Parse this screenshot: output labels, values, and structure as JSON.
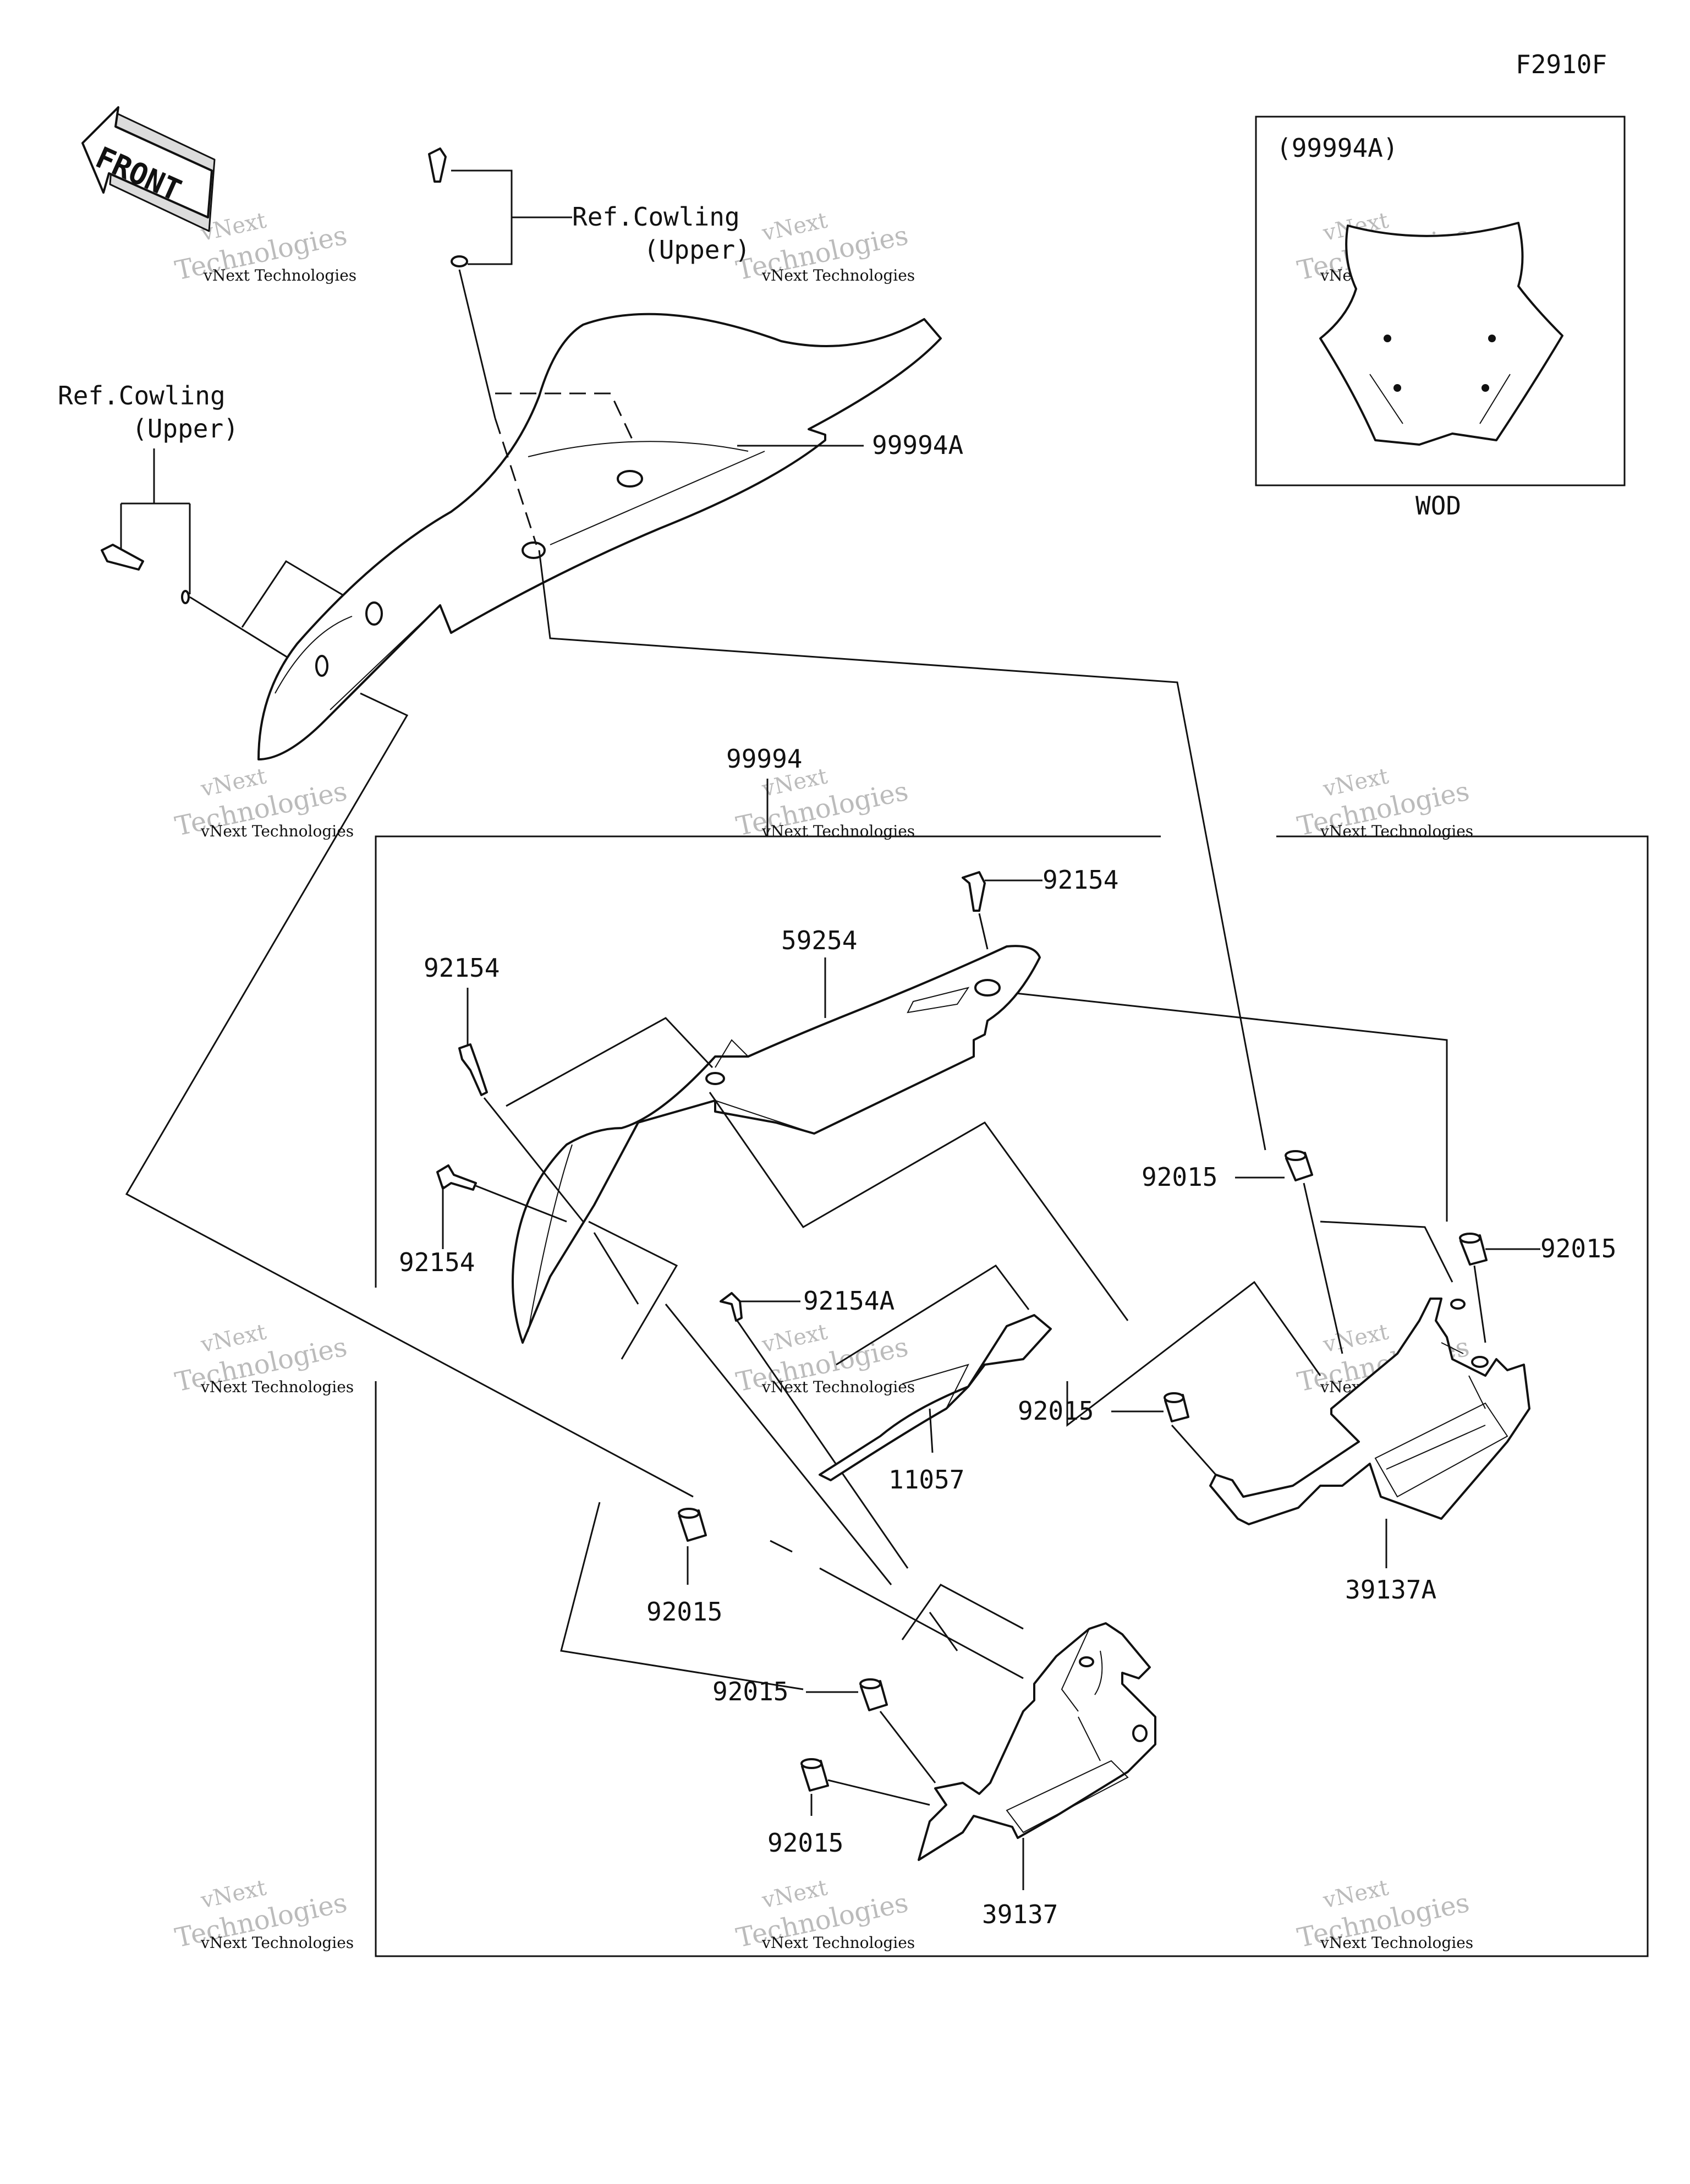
{
  "figure_code": "F2910F",
  "front_arrow": {
    "label": "FRONT"
  },
  "inset": {
    "label": "(99994A)",
    "caption": "WOD"
  },
  "refs": {
    "cowling_top_line1": "Ref.Cowling",
    "cowling_top_line2": "(Upper)",
    "cowling_left_line1": "Ref.Cowling",
    "cowling_left_line2": "(Upper)"
  },
  "parts": {
    "windscreen": "99994A",
    "kit": "99994",
    "cowl": "59254",
    "screw_top": "92154",
    "screw_left_upper": "92154",
    "screw_left_lower": "92154",
    "screw_a": "92154A",
    "bracket_small": "11057",
    "collar_right_upper": "92015",
    "collar_right_far": "92015",
    "collar_mid": "92015",
    "collar_left_1": "92015",
    "collar_left_2": "92015",
    "collar_left_3": "92015",
    "bracket_right": "39137A",
    "bracket_left": "39137"
  },
  "watermark": {
    "line1": "vNext Technologies",
    "line2": "vNext",
    "line3": "Technologies"
  }
}
